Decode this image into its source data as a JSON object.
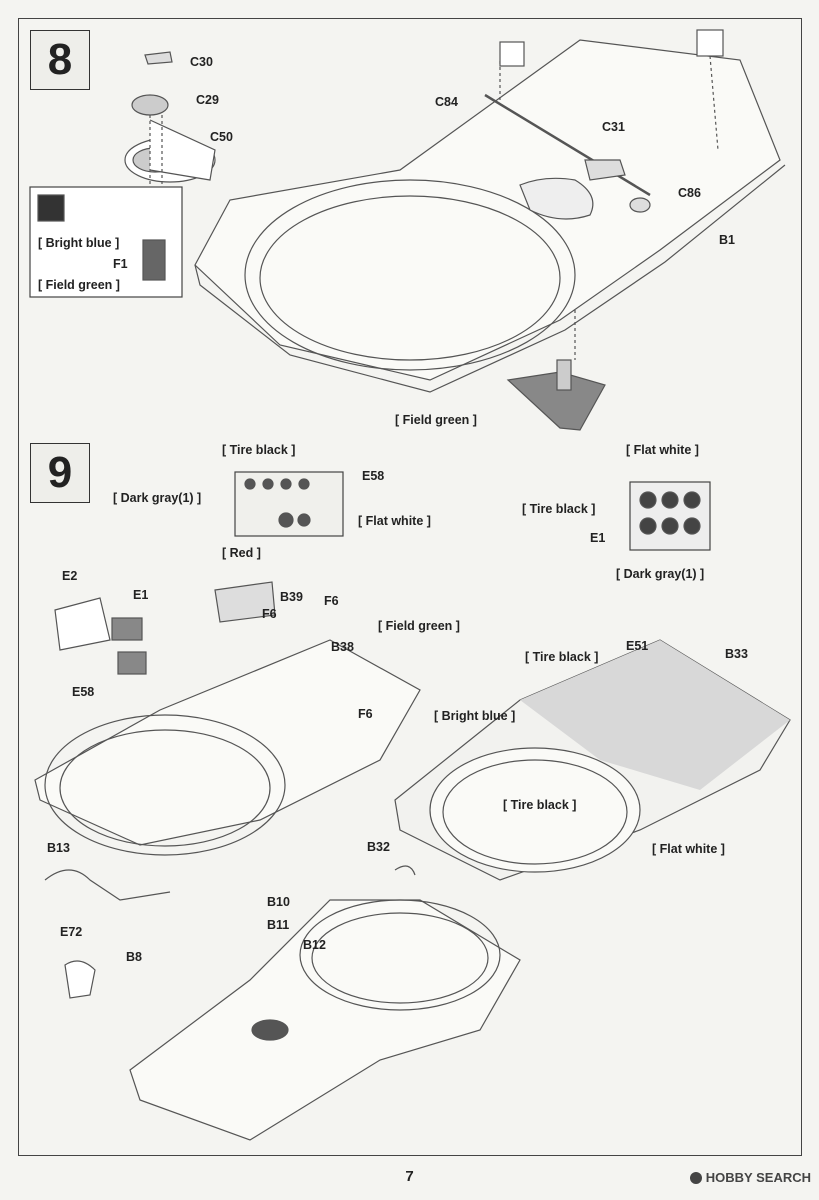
{
  "page_number": "7",
  "watermark": "HOBBY SEARCH",
  "steps": [
    {
      "number": "8"
    },
    {
      "number": "9"
    }
  ],
  "step8_labels": {
    "c30": "C30",
    "c29": "C29",
    "c50": "C50",
    "bright_blue": "[ Bright blue ]",
    "f1": "F1",
    "field_green_inset": "[ Field green ]",
    "c84": "C84",
    "c31": "C31",
    "c86": "C86",
    "b1": "B1",
    "field_green": "[ Field green ]"
  },
  "step9_labels": {
    "tire_black_panel": "[ Tire black ]",
    "e58_panel": "E58",
    "dark_gray_panel": "[ Dark gray(1) ]",
    "flat_white_panel": "[ Flat white ]",
    "red": "[ Red ]",
    "flat_white_box": "[ Flat white ]",
    "tire_black_box": "[ Tire black ]",
    "e1_box": "E1",
    "dark_gray_box": "[ Dark gray(1) ]",
    "e2": "E2",
    "e1": "E1",
    "e58": "E58",
    "b39": "B39",
    "f6a": "F6",
    "f6b": "F6",
    "f6c": "F6",
    "field_green": "[ Field green ]",
    "b38": "B38",
    "tire_black_r": "[ Tire black ]",
    "e51": "E51",
    "b33": "B33",
    "bright_blue_r": "[ Bright blue ]",
    "tire_black_r2": "[ Tire black ]",
    "flat_white_r": "[ Flat white ]",
    "b13": "B13",
    "b8": "B8",
    "e72": "E72",
    "b32": "B32",
    "b10": "B10",
    "b11": "B11",
    "b12": "B12"
  }
}
